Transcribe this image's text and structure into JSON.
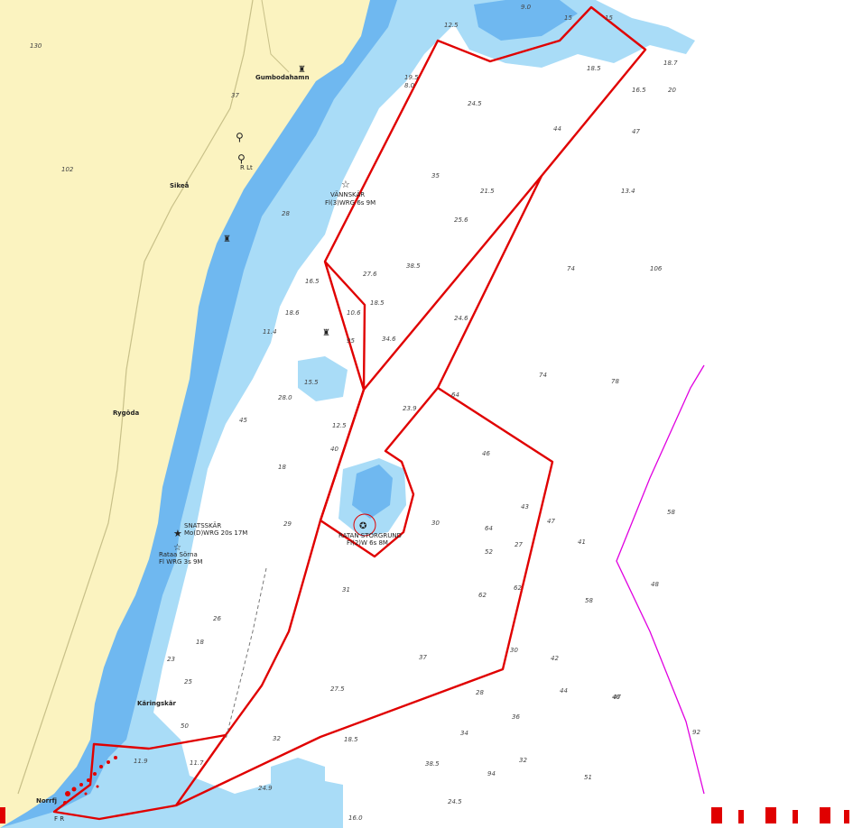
{
  "colors": {
    "land": "#fbf3c0",
    "shallow": "#6fb8f0",
    "mid": "#a9dcf7",
    "deep": "#ffffff",
    "area_outline": "#e00000",
    "boundary": "#e000e0",
    "road": "#c8c088"
  },
  "places": {
    "gumbodahamn": "Gumbodahamn",
    "sikea": "Sikeå",
    "rygoda": "Rygöda",
    "karingskar": "Käringskär",
    "norrfj": "Norrfj"
  },
  "lights": {
    "vannskar_name": "VÄNNSKÄR",
    "vannskar_char": "Fl(3)WRG 6s 9M",
    "ratan_name": "RATAN STORGRUND",
    "ratan_char": "FI(2)W 6s 8M",
    "snatsskar_name": "SNATSSKÄR",
    "snatsskar_char": "Mo(D)WRG 20s 17M",
    "rataa_name": "Rataa Sörna",
    "rataa_char": "Fl WRG 3s 9M",
    "rl_label": "R Lt",
    "fr_label": "F R"
  },
  "soundings": [
    "12.5",
    "9.0",
    "15",
    "15",
    "18.5",
    "18.7",
    "19.5",
    "20",
    "16.5",
    "8.0",
    "24.5",
    "44",
    "47",
    "35",
    "21.5",
    "13.4",
    "25.6",
    "74",
    "106",
    "38.5",
    "27.6",
    "16.5",
    "18.5",
    "10.6",
    "24.6",
    "18.6",
    "11.4",
    "34.6",
    "95",
    "74",
    "78",
    "15.5",
    "28.0",
    "23.9",
    "64",
    "12.5",
    "45",
    "46",
    "40",
    "18",
    "29",
    "30",
    "64",
    "43",
    "47",
    "41",
    "58",
    "48",
    "52",
    "27",
    "31",
    "62",
    "62",
    "58",
    "18",
    "37",
    "30",
    "42",
    "47",
    "36",
    "27.5",
    "28",
    "44",
    "46",
    "92",
    "34",
    "18.5",
    "32",
    "32",
    "38.5",
    "94",
    "51",
    "24.9",
    "24.5",
    "16.0",
    "11.9",
    "11.7",
    "25",
    "26",
    "23",
    "130",
    "102",
    "37",
    "28",
    "50"
  ]
}
